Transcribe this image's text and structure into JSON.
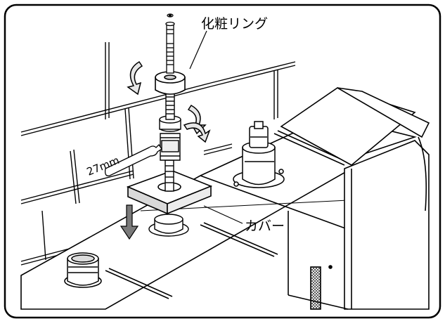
{
  "labels": {
    "trim_ring": "化粧リング",
    "cover": "カバー",
    "wrench_size": "27mm"
  },
  "colors": {
    "line": "#000000",
    "tile": "#ffffff",
    "cover_shade": "#d9d9d9",
    "arrow": "#7a7a7a",
    "rotation": "#e6e6e6"
  },
  "icons": [
    "rotate-ccw-icon",
    "rotate-cw-icon",
    "wrench-icon",
    "down-arrow-icon"
  ]
}
